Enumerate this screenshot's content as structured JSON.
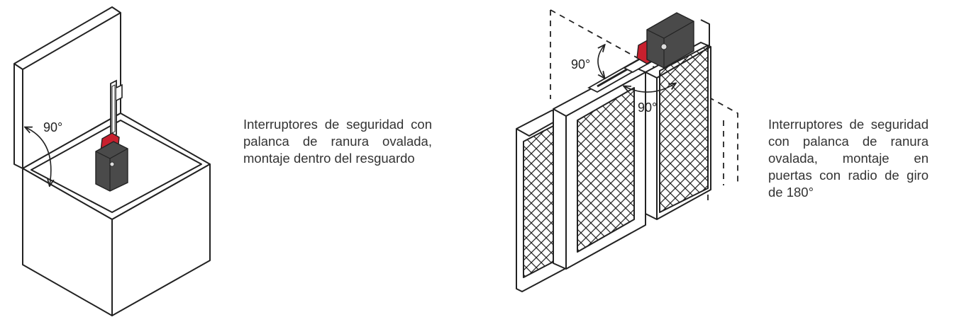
{
  "left_figure": {
    "angle_label": "90°",
    "caption": "Interruptores de seguridad con palanca de ranura ovalada, montaje dentro del resguardo"
  },
  "right_figure": {
    "angle_label_top": "90°",
    "angle_label_bottom": "90°",
    "caption": "Interruptores de seguridad con palanca de ranura ovalada, montaje en puertas con radio de giro de 180°"
  },
  "colors": {
    "line": "#222222",
    "switch_body": "#4a4a4a",
    "actuator_red": "#c8202e"
  }
}
